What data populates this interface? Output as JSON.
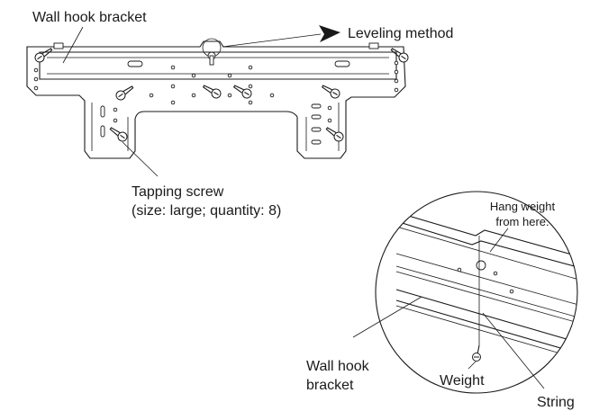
{
  "labels": {
    "wall_hook_bracket_top": "Wall hook bracket",
    "leveling_method": "Leveling method",
    "tapping_screw_line1": "Tapping screw",
    "tapping_screw_line2": "(size: large; quantity: 8)",
    "hang_weight_line1": "Hang weight",
    "hang_weight_line2": "from here.",
    "wall_hook_line1": "Wall hook",
    "wall_hook_line2": "bracket",
    "weight": "Weight",
    "string": "String"
  },
  "icons": [
    "tapping-screw-icon",
    "arrow-right-icon",
    "weight-icon"
  ],
  "colors": {
    "ink": "#1a1a1a",
    "background": "#ffffff"
  }
}
